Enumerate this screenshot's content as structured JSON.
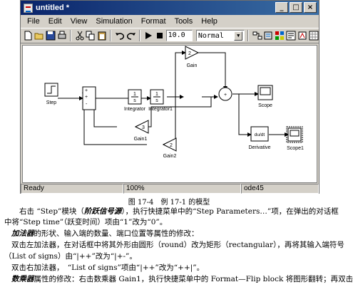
{
  "window": {
    "title": "untitled *",
    "btn_min": "_",
    "btn_max": "□",
    "btn_close": "×"
  },
  "menu": [
    "File",
    "Edit",
    "View",
    "Simulation",
    "Format",
    "Tools",
    "Help"
  ],
  "toolbar": {
    "stop_time": "10.0",
    "sim_mode": "Normal"
  },
  "diagram": {
    "blocks": {
      "step": "Step",
      "integrator": "Integrator",
      "integrator1": "Integrator1",
      "gain": "Gain",
      "gain1": "Gain1",
      "gain2": "Gain2",
      "scope": "Scope",
      "scope1": "Scope1",
      "derivative": "Derivative"
    },
    "symbols": {
      "integrator_num": "1",
      "integrator_den": "s",
      "gain_value": "2",
      "gain1_value": "3",
      "gain2_value": "2",
      "derivative_sym": "du/dt",
      "plus": "+",
      "minus": "-",
      "sum_plus": "+"
    }
  },
  "status": {
    "ready": "Ready",
    "zoom": "100%",
    "solver": "ode45"
  },
  "caption": "图 17-4　例 17-1 的模型",
  "text": {
    "p1_line1_a": "右击 “Step”模块（",
    "p1_line1_b": "阶跃信号源",
    "p1_line1_c": "），执行快捷菜单中的“Step Parameters…”项，在弹出的对话框",
    "p1_line2": "中将“Step time”（跃变时间）项由“1”改为“0”。",
    "p2_a": "加法器",
    "p2_b": "的形状、输入端的数量、端口位置等属性的修改：",
    "p3": "双击左加法器，在对话框中将其外形由圆形（round）改为矩形（rectangular），再将其输入端符号",
    "p4": "（List of signs）由“|++”改为“|+-”。",
    "p5": "双击右加法器，　“List of signs”项由“|++”改为“++|”。",
    "p6_a": "数乘器",
    "p6_b": "属性的修改：右击数乘器 Gain1，执行快捷菜单中的 Format—Flip block 将图形翻转；再双击"
  }
}
